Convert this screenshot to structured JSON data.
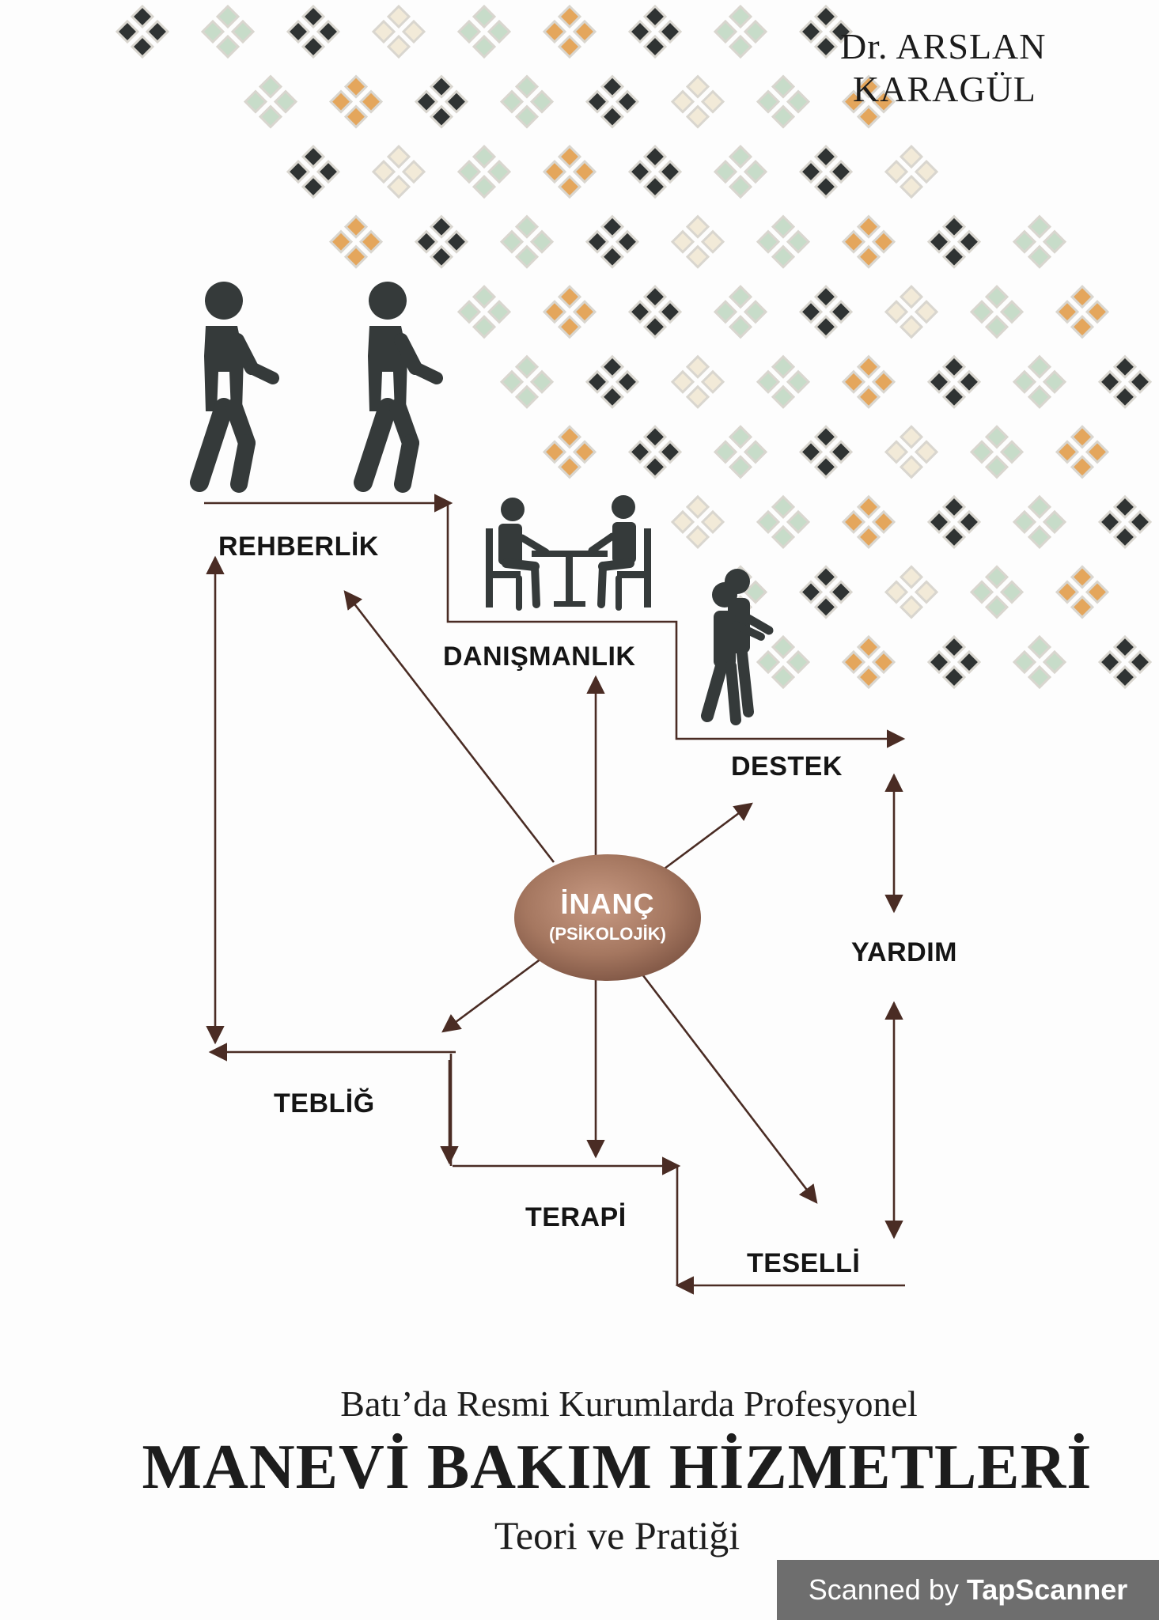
{
  "author": {
    "line1": "Dr. ARSLAN",
    "line2": "KARAGÜL"
  },
  "diagram": {
    "labels": {
      "rehberlik": "REHBERLİK",
      "danismanlik": "DANIŞMANLIK",
      "destek": "DESTEK",
      "yardim": "YARDIM",
      "teblig": "TEBLİĞ",
      "terapi": "TERAPİ",
      "teselli": "TESELLİ"
    },
    "center": {
      "main": "İNANÇ",
      "sub": "(PSİKOLOJİK)"
    }
  },
  "book": {
    "subtitle": "Batı’da Resmi Kurumlarda Profesyonel",
    "title": "MANEVİ BAKIM HİZMETLERİ",
    "tagline": "Teori ve Pratiği"
  },
  "scanner": {
    "prefix": "Scanned by",
    "brand": "TapScanner"
  },
  "colors": {
    "tile_dark": "#2f3333",
    "tile_orange": "#e4a65c",
    "tile_mint": "#c7dcc9",
    "tile_cream": "#f2ead8",
    "arrow": "#4a2c24",
    "ellipse": "#a57760",
    "figure": "#353a3a"
  }
}
